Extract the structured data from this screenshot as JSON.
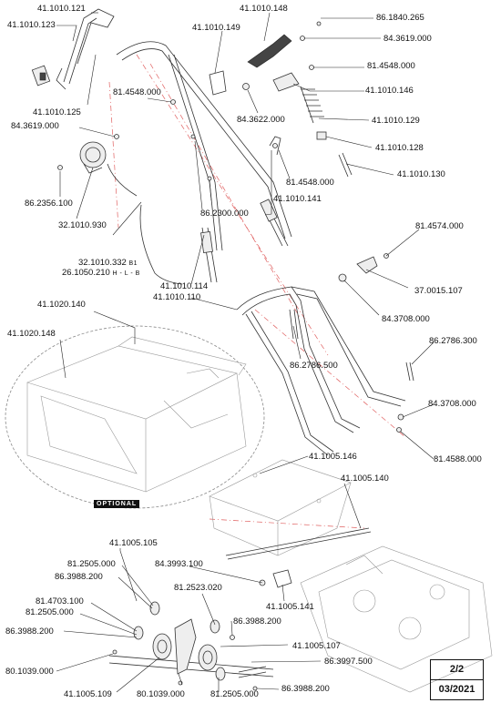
{
  "labels": {
    "p41_1010_121": "41.1010.121",
    "p41_1010_123": "41.1010.123",
    "p41_1010_148": "41.1010.148",
    "p86_1840_265": "86.1840.265",
    "p41_1010_149": "41.1010.149",
    "p84_3619_000_a": "84.3619.000",
    "p81_4548_000_a": "81.4548.000",
    "p41_1010_146": "41.1010.146",
    "p41_1010_125": "41.1010.125",
    "p81_4548_000_b": "81.4548.000",
    "p84_3622_000": "84.3622.000",
    "p41_1010_129": "41.1010.129",
    "p84_3619_000_b": "84.3619.000",
    "p41_1010_128": "41.1010.128",
    "p41_1010_130": "41.1010.130",
    "p81_4548_000_c": "81.4548.000",
    "p86_2356_100": "86.2356.100",
    "p41_1010_141": "41.1010.141",
    "p86_2300_000": "86.2300.000",
    "p32_1010_930": "32.1010.930",
    "p81_4574_000": "81.4574.000",
    "p32_1010_332": "32.1010.332",
    "p32_1010_332_suffix": "B1",
    "p26_1050_210": "26.1050.210",
    "p26_1050_210_suffix": "H - L - B",
    "p37_0015_107": "37.0015.107",
    "p41_1010_114": "41.1010.114",
    "p41_1010_110": "41.1010.110",
    "p41_1020_140": "41.1020.140",
    "p84_3708_000_a": "84.3708.000",
    "p41_1020_148": "41.1020.148",
    "p86_2786_300": "86.2786.300",
    "p86_2786_500": "86.2786.500",
    "p84_3708_000_b": "84.3708.000",
    "p81_4588_000": "81.4588.000",
    "p41_1005_146": "41.1005.146",
    "p41_1005_140": "41.1005.140",
    "p41_1005_105": "41.1005.105",
    "p81_2505_000_a": "81.2505.000",
    "p84_3993_100": "84.3993.100",
    "p86_3988_200_a": "86.3988.200",
    "p81_2523_020": "81.2523.020",
    "p41_1005_141": "41.1005.141",
    "p81_4703_100": "81.4703.100",
    "p81_2505_000_b": "81.2505.000",
    "p86_3988_200_b": "86.3988.200",
    "p86_3988_200_c": "86.3988.200",
    "p41_1005_107": "41.1005.107",
    "p86_3997_500": "86.3997.500",
    "p80_1039_000_a": "80.1039.000",
    "p41_1005_109": "41.1005.109",
    "p80_1039_000_b": "80.1039.000",
    "p81_2505_000_c": "81.2505.000",
    "p86_3988_200_d": "86.3988.200"
  },
  "optional_tag": "OPTIONAL",
  "sheet": {
    "number": "2/2",
    "date": "03/2021"
  }
}
